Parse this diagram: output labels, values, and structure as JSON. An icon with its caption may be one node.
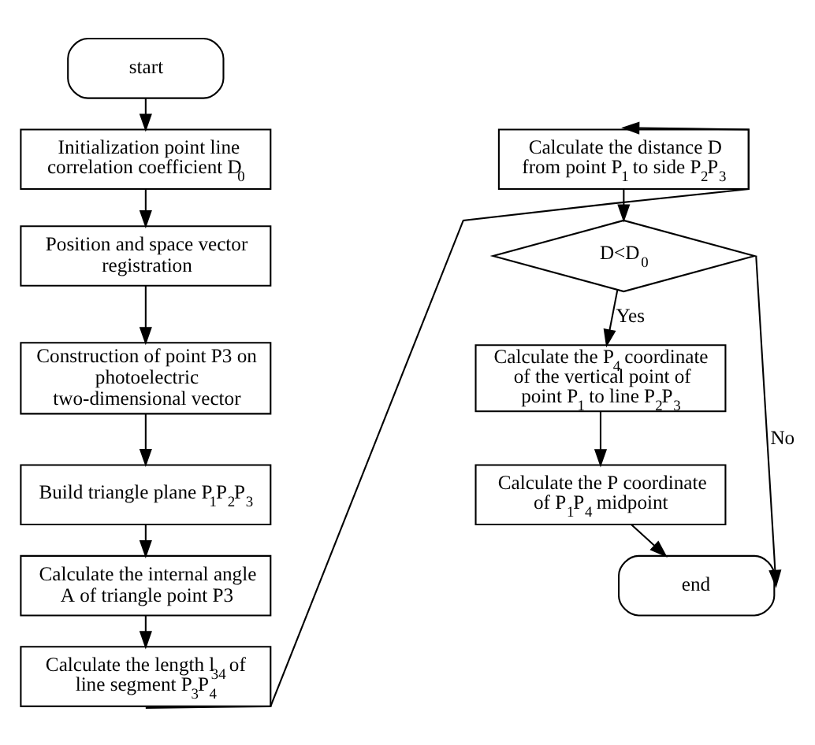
{
  "diagram": {
    "nodes": [
      {
        "text": [
          "start"
        ]
      },
      {
        "text": [
          "Initialization point line correlation coefficient D$_{0}$"
        ]
      },
      {
        "text": [
          "Position and space vector registration"
        ]
      },
      {
        "text": [
          "Construction of point P3 on photoelectric two-dimensional vector"
        ]
      },
      {
        "text": [
          "Build triangle plane P$_{1}$P$_{2}$P$_{3}$"
        ]
      },
      {
        "text": [
          "Calculate the internal angle A of triangle point P3"
        ]
      },
      {
        "text": [
          "Calculate the length l$_{34}$ of line segment P$_{3}$P$_{4}$"
        ]
      },
      {
        "text": [
          "Calculate the distance D from point P$_{1}$ to side P$_{2}$P$_{3}$"
        ]
      },
      {
        "text": [
          "D<D$_{0}$"
        ]
      },
      {
        "text": [
          "Calculate the P$_{4}$ coordinate of the vertical point of point P$_{1}$ to line P$_{2}$P$_{3}$"
        ]
      },
      {
        "text": [
          "Calculate the P coordinate of P$_{1}$P$_{4}$ midpoint"
        ]
      },
      {
        "text": [
          "end"
        ]
      }
    ],
    "edges": [
      {
        "from": 0,
        "to": 1,
        "arrow": "to"
      },
      {
        "from": 1,
        "to": 2,
        "arrow": "to"
      },
      {
        "from": 2,
        "to": 3,
        "arrow": "to"
      },
      {
        "from": 3,
        "to": 4,
        "arrow": "to"
      },
      {
        "from": 4,
        "to": 5,
        "arrow": "to"
      },
      {
        "from": 5,
        "to": 6,
        "arrow": "to"
      },
      {
        "from": 6,
        "to": 7,
        "arrow": "to"
      },
      {
        "from": 7,
        "to": 8,
        "arrow": "to"
      },
      {
        "from": 8,
        "to": 9,
        "arrow": "to",
        "label": "Yes"
      },
      {
        "from": 9,
        "to": 10,
        "arrow": "to"
      },
      {
        "from": 10,
        "to": 11,
        "arrow": "to"
      },
      {
        "from": 8,
        "to": 11,
        "arrow": "to",
        "label": "No"
      }
    ]
  }
}
